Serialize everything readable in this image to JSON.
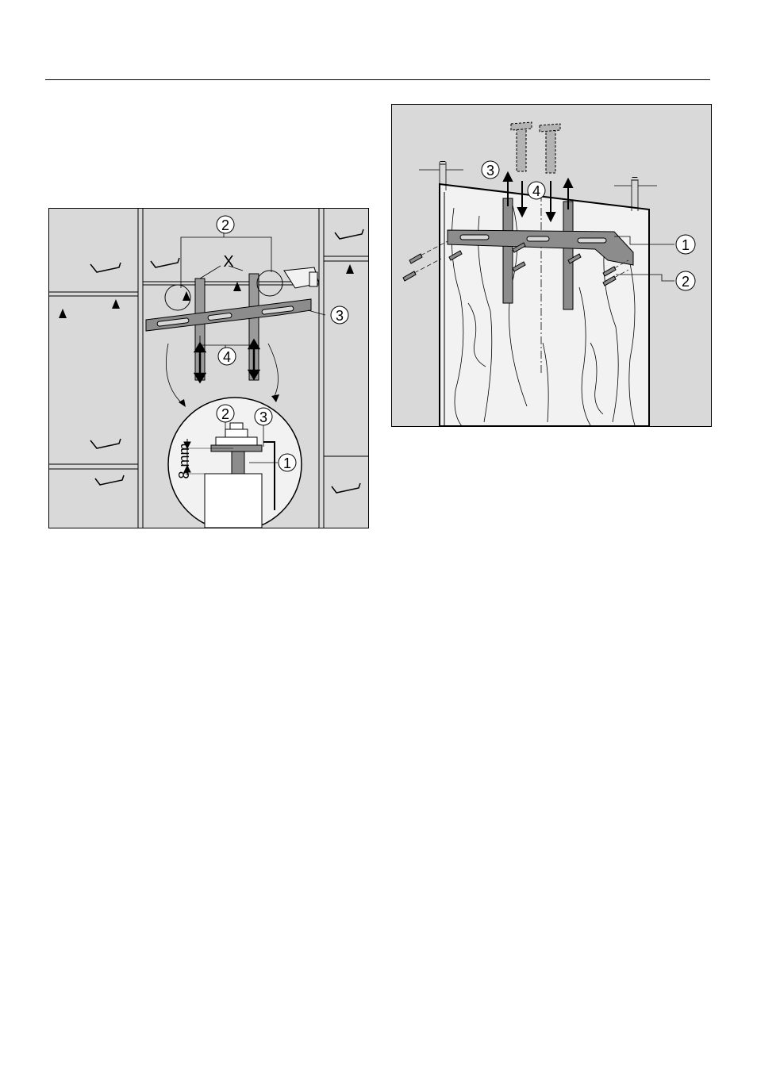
{
  "figure_left": {
    "callouts": {
      "c1": "1",
      "c2": "2",
      "c3": "3",
      "c4": "4",
      "d2": "2",
      "d3": "3",
      "d1": "1"
    },
    "label_x": "X",
    "dimension": "8 mm"
  },
  "figure_right": {
    "callouts": {
      "c1": "1",
      "c2": "2",
      "c3": "3",
      "c4": "4"
    },
    "equal_mark_left": "=",
    "equal_mark_right": "="
  },
  "colors": {
    "background": "#d9d9d9",
    "line": "#000000",
    "bracket": "#8c8c8c",
    "panel": "#f2f2f2"
  }
}
